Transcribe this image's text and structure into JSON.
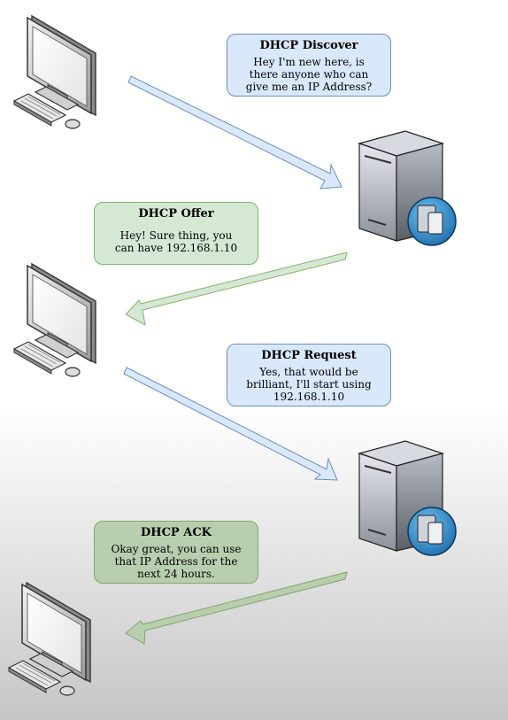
{
  "steps": [
    {
      "title": "DHCP Discover",
      "body": "Hey I'm new here, is there anyone who can give me an IP Address?",
      "from": "client",
      "to": "server"
    },
    {
      "title": "DHCP Offer",
      "body": "Hey! Sure thing, you can have 192.168.1.10",
      "from": "server",
      "to": "client"
    },
    {
      "title": "DHCP Request",
      "body": "Yes, that would be brilliant, I'll start using 192.168.1.10",
      "from": "client",
      "to": "server"
    },
    {
      "title": "DHCP ACK",
      "body": "Okay great, you can use that IP Address for the next 24 hours.",
      "from": "server",
      "to": "client"
    }
  ],
  "icons": [
    "computer-icon",
    "server-icon"
  ],
  "colors": {
    "blue_fill": "#dae8fc",
    "blue_stroke": "#6c8ebf",
    "green_fill": "#d5e8d4",
    "green_stroke": "#82b366",
    "sage_fill": "#b8cfaf",
    "sage_stroke": "#82a56e"
  }
}
